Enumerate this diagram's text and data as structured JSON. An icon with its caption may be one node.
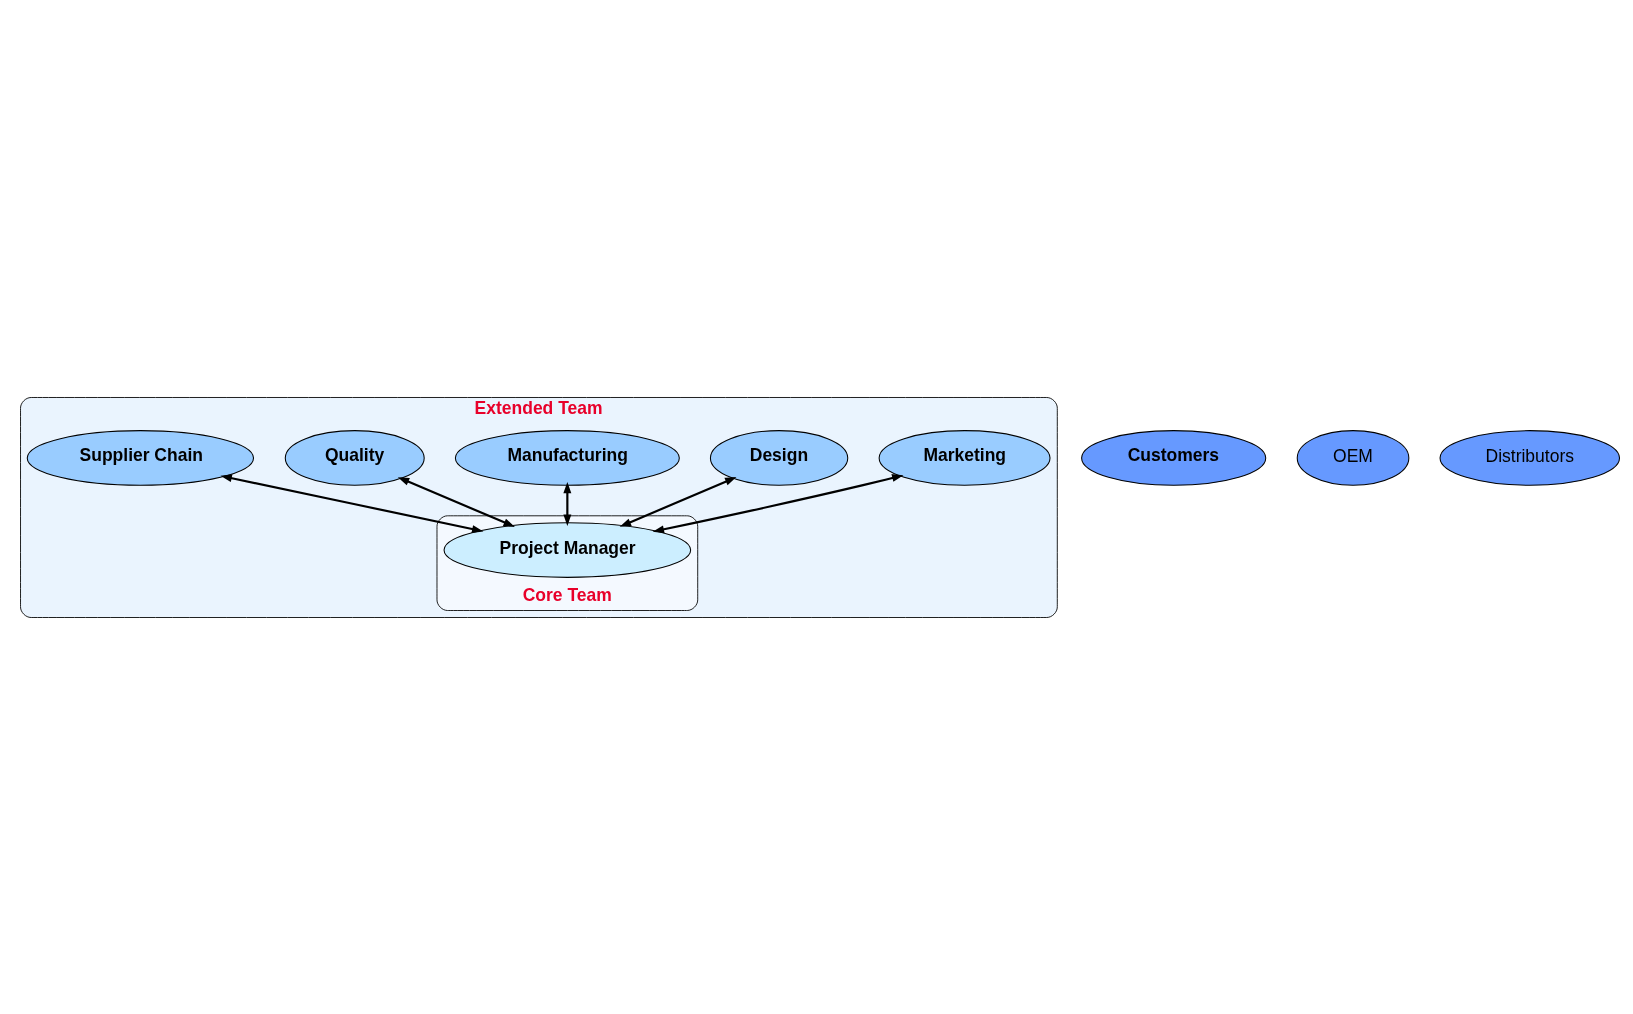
{
  "diagram": {
    "nodes": [
      {
        "text": [
          "Extended Team"
        ]
      },
      {
        "text": [
          "Core Team"
        ],
        "in": 0
      },
      {
        "text": [
          "Customers"
        ]
      },
      {
        "text": [
          "OEM"
        ]
      },
      {
        "text": [
          "Distributors"
        ]
      },
      {
        "text": [
          "Marketing"
        ],
        "in": 0
      },
      {
        "text": [
          "Design"
        ],
        "in": 0
      },
      {
        "text": [
          "Manufacturing"
        ],
        "in": 0
      },
      {
        "text": [
          "Project Manager"
        ],
        "in": 1
      },
      {
        "text": [
          "Quality"
        ],
        "in": 0
      },
      {
        "text": [
          "Supplier Chain"
        ],
        "in": 0
      }
    ],
    "edges": [
      {
        "from": 5,
        "to": 8,
        "arrow": "both"
      },
      {
        "from": 6,
        "to": 8,
        "arrow": "both"
      },
      {
        "from": 7,
        "to": 8,
        "arrow": "both"
      },
      {
        "from": 10,
        "to": 8,
        "arrow": "both"
      },
      {
        "from": 9,
        "to": 8,
        "arrow": "both"
      }
    ]
  }
}
